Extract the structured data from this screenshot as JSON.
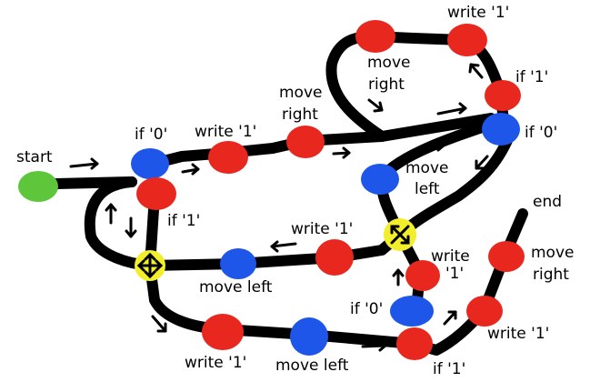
{
  "colors": {
    "track": "#000000",
    "start": "#5dc63b",
    "red_node": "#e8281f",
    "blue_node": "#1d56e8",
    "junction": "#f2ee2b",
    "background": "#ffffff"
  },
  "labels": {
    "start": "start",
    "end": "end",
    "if0_a": "if '0'",
    "if1_a": "if '1'",
    "write1_a": "write '1'",
    "move_right_a_1": "move",
    "move_right_a_2": "right",
    "move_right_b_1": "move",
    "move_right_b_2": "right",
    "write1_top": "write '1'",
    "if1_top": "if '1'",
    "if0_right": "if '0'",
    "move_left_a_1": "move",
    "move_left_a_2": "left",
    "write1_mid": "write '1'",
    "move_left_mid": "move left",
    "write1_right_1": "write",
    "write1_right_2": "'1'",
    "move_right_c_1": "move",
    "move_right_c_2": "right",
    "if0_low": "if '0'",
    "write1_low_right": "write '1'",
    "if1_low": "if '1'",
    "write1_bottom": "write '1'",
    "move_left_bottom": "move left"
  }
}
